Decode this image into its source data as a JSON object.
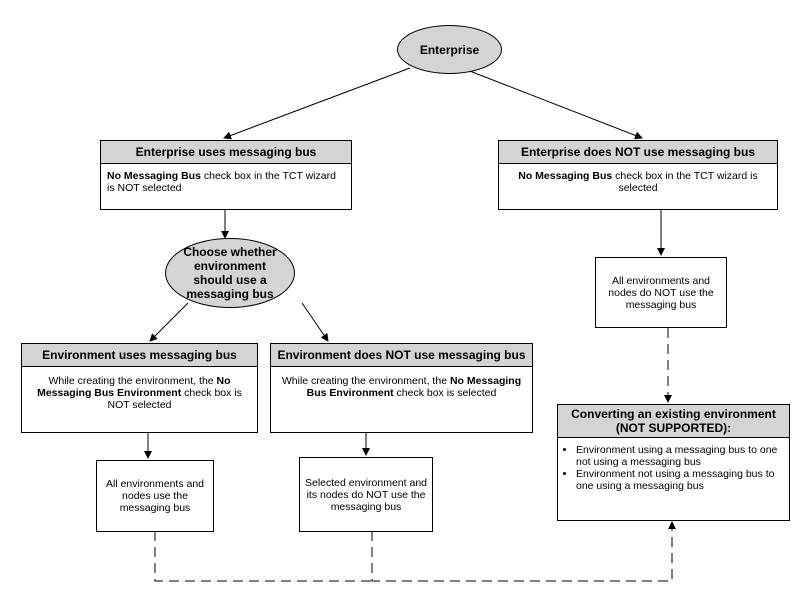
{
  "enterprise": "Enterprise",
  "left_branch": {
    "title": "Enterprise uses messaging bus",
    "body_bold": "No Messaging Bus",
    "body_rest": " check box in the TCT wizard is  NOT selected"
  },
  "right_branch": {
    "title": "Enterprise does NOT use messaging bus",
    "body_bold": "No Messaging Bus",
    "body_rest": " check box in the TCT wizard is selected"
  },
  "choose": "Choose whether environment should use a messaging bus",
  "env_uses": {
    "title": "Environment uses messaging bus",
    "body_pre": "While creating the environment, the ",
    "body_bold": "No Messaging Bus Environment",
    "body_post": " check box is NOT selected"
  },
  "env_not": {
    "title": "Environment does NOT use messaging bus",
    "body_pre": "While creating the environment, the ",
    "body_bold": "No Messaging Bus Environment",
    "body_post": " check box is selected"
  },
  "all_env_uses": "All environments and nodes use the messaging bus",
  "selected_env_not": "Selected environment and its nodes do NOT use the messaging bus",
  "all_env_not": "All environments and nodes do NOT use the messaging bus",
  "converting": {
    "title": "Converting an existing environment (NOT SUPPORTED):",
    "items": [
      "Environment using a messaging bus to one not using a messaging bus",
      "Environment not using a messaging bus to one using a messaging bus"
    ]
  }
}
